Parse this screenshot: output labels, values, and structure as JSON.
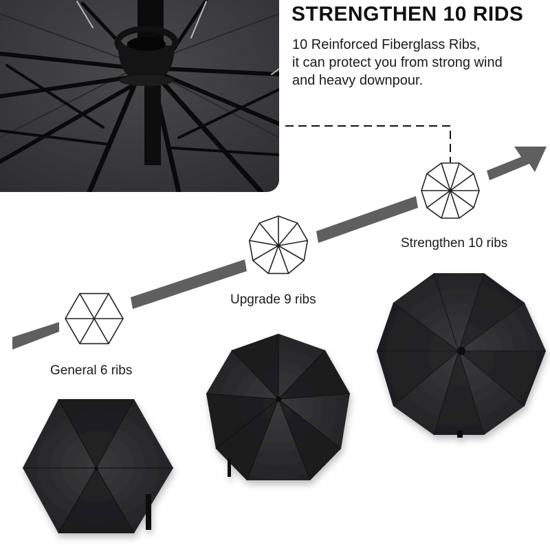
{
  "header": {
    "title": "STRENGTHEN 10 RIDS",
    "description": [
      "10 Reinforced Fiberglass Ribs,",
      "it can protect you from strong wind",
      "and heavy downpour."
    ]
  },
  "stages": [
    {
      "label": "General 6 ribs",
      "ribs": 6,
      "icon": "hexagon-6-ribs-icon"
    },
    {
      "label": "Upgrade 9 ribs",
      "ribs": 9,
      "icon": "nonagon-9-ribs-icon"
    },
    {
      "label": "Strengthen 10 ribs",
      "ribs": 10,
      "icon": "decagon-10-ribs-icon"
    }
  ],
  "colors": {
    "arrow": "#5f5f5f",
    "umbrella": "#2b2b2d",
    "text": "#111111",
    "background": "#ffffff"
  },
  "images": {
    "closeup": "umbrella-frame-closeup-photo",
    "products": [
      "6-rib-umbrella-photo",
      "9-rib-umbrella-photo",
      "10-rib-umbrella-photo"
    ]
  }
}
